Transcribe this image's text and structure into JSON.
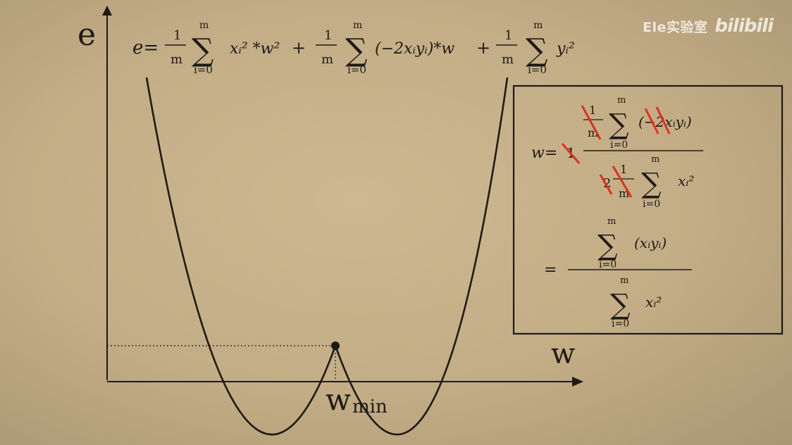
{
  "axes": {
    "y_label": "e",
    "x_label": "w",
    "min_label_main": "w",
    "min_label_sub": "min"
  },
  "top_equation": {
    "lhs": "e=",
    "frac_num": "1",
    "frac_den": "m",
    "sum_top": "m",
    "sum_bottom": "i=0",
    "sum_symbol": "∑",
    "term1": "xᵢ² *w²",
    "plus": "+",
    "term2": "(−2xᵢyᵢ)*w",
    "term3": "yᵢ²"
  },
  "box": {
    "w_eq": "w=",
    "minus_one": "1",
    "num_frac_num": "1",
    "num_frac_den": "m",
    "num_sum_top": "m",
    "num_sum_bottom": "i=0",
    "num_term": "(−2xᵢyᵢ)",
    "den_coef": "2",
    "den_frac_num": "1",
    "den_frac_den": "m",
    "den_sum_top": "m",
    "den_sum_bottom": "i=0",
    "den_term": "xᵢ²",
    "eq2": "=",
    "n2_sum_top": "m",
    "n2_sum_bottom": "i=0",
    "n2_term": "(xᵢyᵢ)",
    "d2_sum_top": "m",
    "d2_sum_bottom": "i=0",
    "d2_term": "xᵢ²"
  },
  "watermark": {
    "channel": "Ele实验室",
    "logo": "bilibili"
  },
  "colors": {
    "ink": "#1e1a14",
    "strike": "#e0301e",
    "watermark": "#f4efe6"
  }
}
